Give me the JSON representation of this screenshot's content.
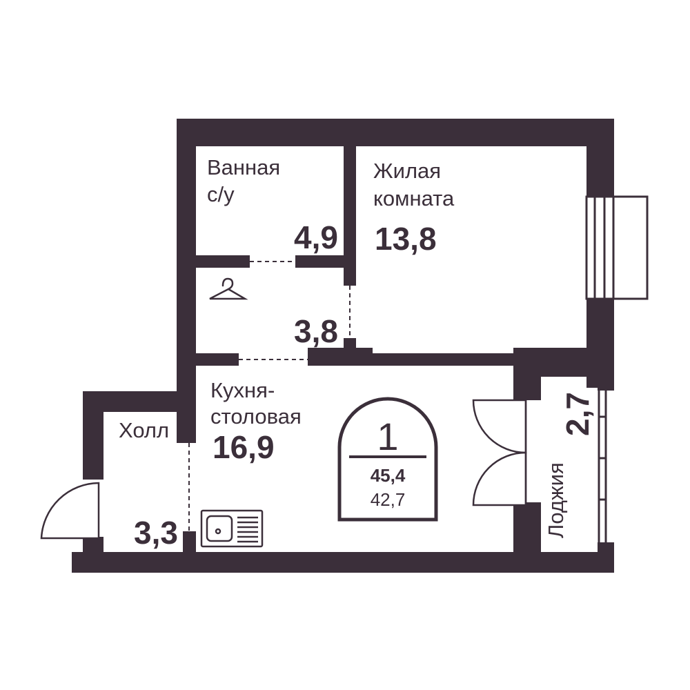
{
  "colors": {
    "wall": "#3b2f3a",
    "background": "#ffffff"
  },
  "rooms": {
    "bathroom": {
      "name_line1": "Ванная",
      "name_line2": "с/у",
      "area": "4,9"
    },
    "living": {
      "name_line1": "Жилая",
      "name_line2": "комната",
      "area": "13,8"
    },
    "corridor": {
      "area": "3,8",
      "icon": "hanger-icon"
    },
    "kitchen": {
      "name_line1": "Кухня-",
      "name_line2": "столовая",
      "area": "16,9"
    },
    "hall": {
      "name": "Холл",
      "area": "3,3"
    },
    "loggia": {
      "name": "Лоджия",
      "area": "2,7"
    }
  },
  "badge": {
    "rooms": "1",
    "total_area": "45,4",
    "living_area": "42,7"
  },
  "fixtures": {
    "sink": "sink-icon"
  }
}
